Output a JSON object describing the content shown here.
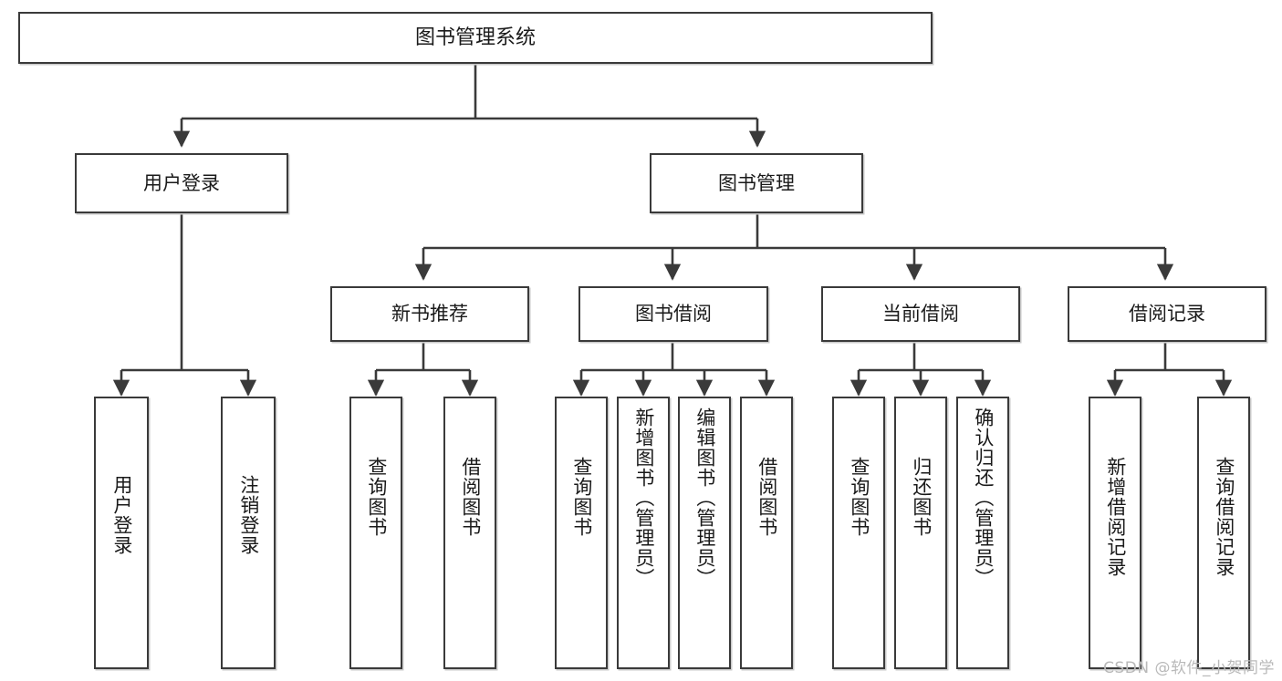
{
  "diagram": {
    "title": "图书管理系统",
    "type": "tree",
    "root": {
      "label": "图书管理系统"
    },
    "level2": [
      {
        "label": "用户登录"
      },
      {
        "label": "图书管理"
      }
    ],
    "level3": [
      {
        "label": "新书推荐"
      },
      {
        "label": "图书借阅"
      },
      {
        "label": "当前借阅"
      },
      {
        "label": "借阅记录"
      }
    ],
    "leaves": {
      "user_login": [
        {
          "label": "用户登录"
        },
        {
          "label": "注销登录"
        }
      ],
      "new_book": [
        {
          "label": "查询图书"
        },
        {
          "label": "借阅图书"
        }
      ],
      "book_borrow": [
        {
          "label": "查询图书"
        },
        {
          "label": "新增图书（管理员）"
        },
        {
          "label": "编辑图书（管理员）"
        },
        {
          "label": "借阅图书"
        }
      ],
      "current_borrow": [
        {
          "label": "查询图书"
        },
        {
          "label": "归还图书"
        },
        {
          "label": "确认归还（管理员）"
        }
      ],
      "borrow_record": [
        {
          "label": "新增借阅记录"
        },
        {
          "label": "查询借阅记录"
        }
      ]
    }
  },
  "watermark": {
    "text": "CSDN @软件_小贺同学"
  },
  "colors": {
    "border": "#3a3a3a",
    "background": "#ffffff",
    "text": "#1a1a1a",
    "watermark": "#b9b9b9"
  }
}
